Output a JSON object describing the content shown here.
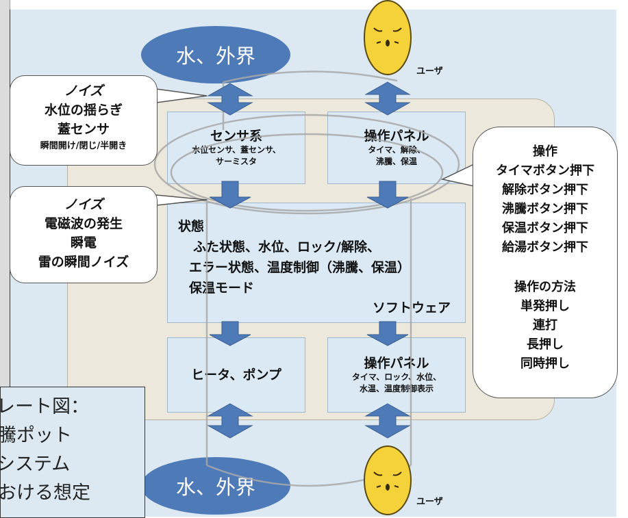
{
  "colors": {
    "arrow": "#4e7ab8",
    "box": "#dbe9f5",
    "ellipse": "#4e7ab8",
    "background": "#dce9f2",
    "device_body": "#ece8dc",
    "face": "#f5d13a"
  },
  "top_ellipse": "水、外界",
  "bottom_ellipse": "水、外界",
  "user_label_top": "ユーザ",
  "user_label_bottom": "ユーザ",
  "noise_bubble_1": {
    "lines": [
      "ノイズ",
      "水位の揺らぎ",
      "蓋センサ",
      "瞬間開け/閉じ/半開き"
    ]
  },
  "noise_bubble_2": {
    "lines": [
      "ノイズ",
      "電磁波の発生",
      "瞬電",
      "雷の瞬間ノイズ"
    ]
  },
  "sensor_box": {
    "title": "センサ系",
    "lines": [
      "水位センサ、蓋センサ、",
      "サーミスタ"
    ]
  },
  "panel_box_top": {
    "title": "操作パネル",
    "lines": [
      "タイマ、解除、",
      "沸騰、保温"
    ]
  },
  "state_box": {
    "title": "状態",
    "lines": [
      "ふた状態、水位、ロック/解除、",
      "エラー状態、温度制御（沸騰、保温）",
      "保温モード"
    ],
    "software_label": "ソフトウェア"
  },
  "heater_box": {
    "title": "ヒータ、ポンプ"
  },
  "panel_box_bottom": {
    "title": "操作パネル",
    "lines": [
      "タイマ、ロック、水位、",
      "水温、温度制御表示"
    ]
  },
  "operations_bubble": {
    "heading": "操作",
    "items": [
      "タイマボタン押下",
      "解除ボタン押下",
      "沸騰ボタン押下",
      "保温ボタン押下",
      "給湯ボタン押下"
    ],
    "method_heading": "操作の方法",
    "methods": [
      "単発押し",
      "連打",
      "長押し",
      "同時押し"
    ]
  },
  "note": {
    "lines": [
      "レート図：",
      "騰ポット",
      "システム",
      "おける想定"
    ]
  }
}
